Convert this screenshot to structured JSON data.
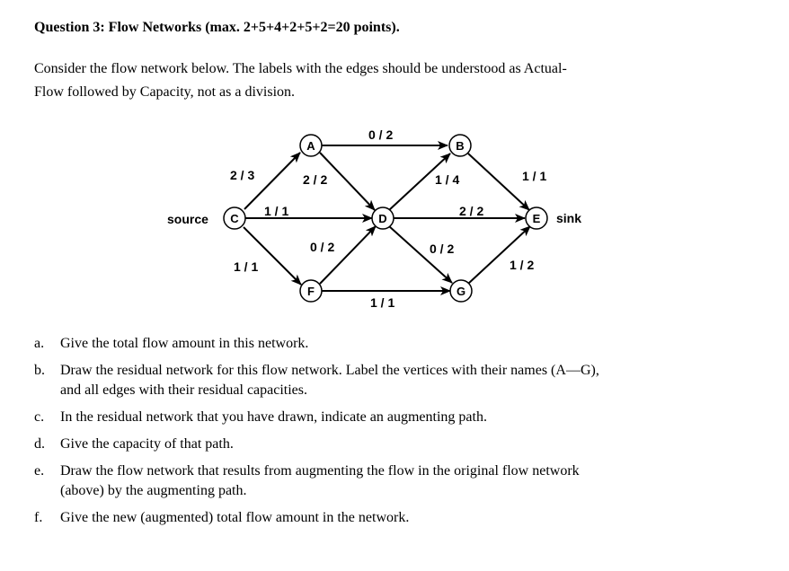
{
  "title": "Question 3: Flow Networks (max. 2+5+4+2+5+2=20 points).",
  "intro": {
    "line1": "Consider the flow network below. The labels with the edges should be understood as Actual-",
    "line2": "Flow followed by Capacity, not as a division."
  },
  "diagram": {
    "nodes": {
      "A": "A",
      "B": "B",
      "C": "C",
      "D": "D",
      "E": "E",
      "F": "F",
      "G": "G"
    },
    "source_label": "source",
    "sink_label": "sink",
    "edges": {
      "C_A": "2 / 3",
      "C_D": "1 / 1",
      "C_F": "1 / 1",
      "A_B": "0 / 2",
      "A_D": "2 / 2",
      "F_D": "0 / 2",
      "F_G": "1 / 1",
      "D_B": "1 / 4",
      "D_E": "2 / 2",
      "D_G": "0 / 2",
      "B_E": "1 / 1",
      "G_E": "1 / 2"
    }
  },
  "questions": [
    {
      "letter": "a.",
      "lines": [
        "Give the total flow amount in this network."
      ]
    },
    {
      "letter": "b.",
      "lines": [
        "Draw the residual network for this flow network. Label the vertices with their names (A—G),",
        "and all edges with their residual capacities."
      ]
    },
    {
      "letter": "c.",
      "lines": [
        "In the residual network that you have drawn, indicate an augmenting path."
      ]
    },
    {
      "letter": "d.",
      "lines": [
        "Give the capacity of that path."
      ]
    },
    {
      "letter": "e.",
      "lines": [
        "Draw the flow network that results from augmenting the flow in the original flow network",
        "(above) by the augmenting path."
      ]
    },
    {
      "letter": "f.",
      "lines": [
        "Give the new (augmented) total flow amount in the network."
      ]
    }
  ]
}
